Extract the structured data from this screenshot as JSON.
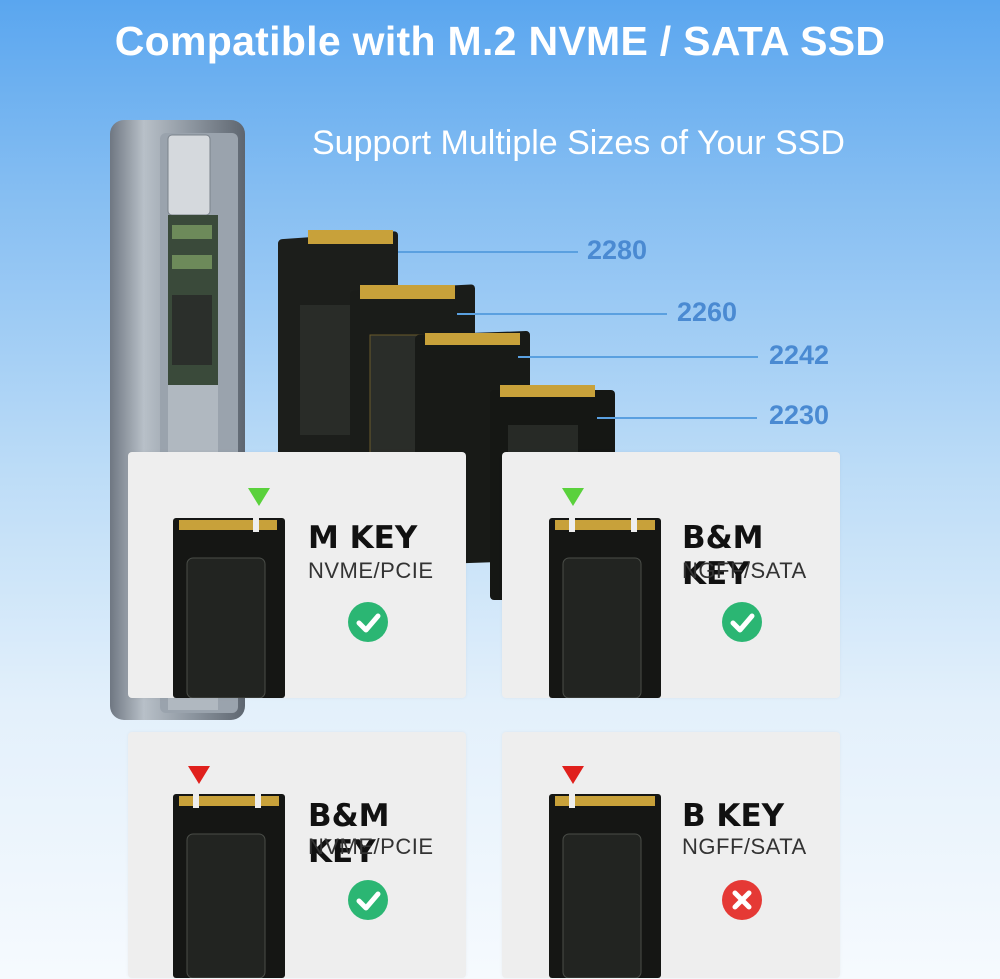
{
  "header": {
    "title": "Compatible with M.2 NVME / SATA SSD",
    "subtitle": "Support Multiple Sizes of Your SSD"
  },
  "sizes": [
    "2280",
    "2260",
    "2242",
    "2230"
  ],
  "cards": [
    {
      "key": "M KEY",
      "interface": "NVME/PCIE",
      "compatible": true,
      "notch_marker": "green-triangle",
      "status_icon": "check-icon"
    },
    {
      "key": "B&M KEY",
      "interface": "NGFF/SATA",
      "compatible": true,
      "notch_marker": "green-triangle",
      "status_icon": "check-icon"
    },
    {
      "key": "B&M KEY",
      "interface": "NVME/PCIE",
      "compatible": true,
      "notch_marker": "red-triangle",
      "status_icon": "check-icon"
    },
    {
      "key": "B KEY",
      "interface": "NGFF/SATA",
      "compatible": false,
      "notch_marker": "red-triangle",
      "status_icon": "cross-icon"
    }
  ],
  "colors": {
    "background_top": "#5aa6ef",
    "label_blue": "#4a8ad2",
    "check_green": "#2bb673",
    "cross_red": "#e53935",
    "marker_green": "#5ad13c",
    "marker_red": "#e0201c"
  }
}
